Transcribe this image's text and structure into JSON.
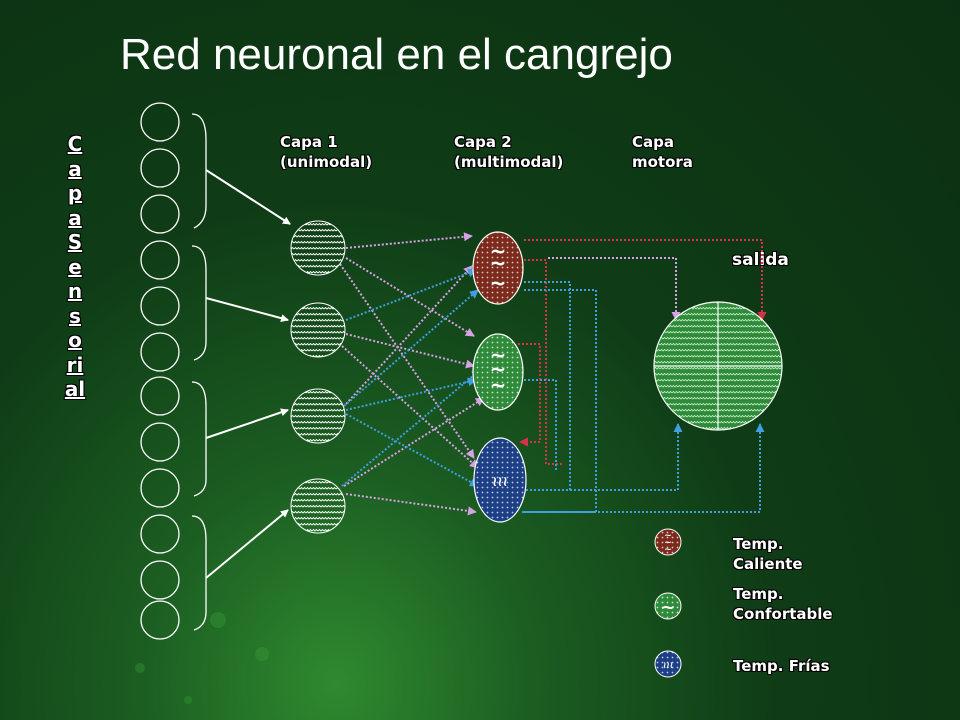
{
  "title": "Red neuronal en el cangrejo",
  "sensory_layer_label": "Capa Sensorial",
  "layers": {
    "layer1": [
      "Capa 1",
      "(unimodal)"
    ],
    "layer2": [
      "Capa 2",
      "(multimodal)"
    ],
    "motor": [
      "Capa",
      "motora"
    ]
  },
  "output_label": "salida",
  "legend": [
    {
      "lines": [
        "Temp.",
        "Caliente"
      ],
      "color": "#7b2a1c",
      "icon": "triple-wave-icon"
    },
    {
      "lines": [
        "Temp.",
        "Confortable"
      ],
      "color": "#2f8a3a",
      "icon": "single-wave-icon"
    },
    {
      "lines": [
        "Temp. Frías"
      ],
      "color": "#1c3f86",
      "icon": "cold-wave-icon"
    }
  ],
  "colors": {
    "hot": "#7b2a1c",
    "comfortable": "#2f8a3a",
    "cold": "#1c3f86",
    "motor": "#2f8a3a",
    "link_pink": "#e6a8e6",
    "link_blue": "#3f9fe0",
    "link_red": "#d8314a"
  }
}
